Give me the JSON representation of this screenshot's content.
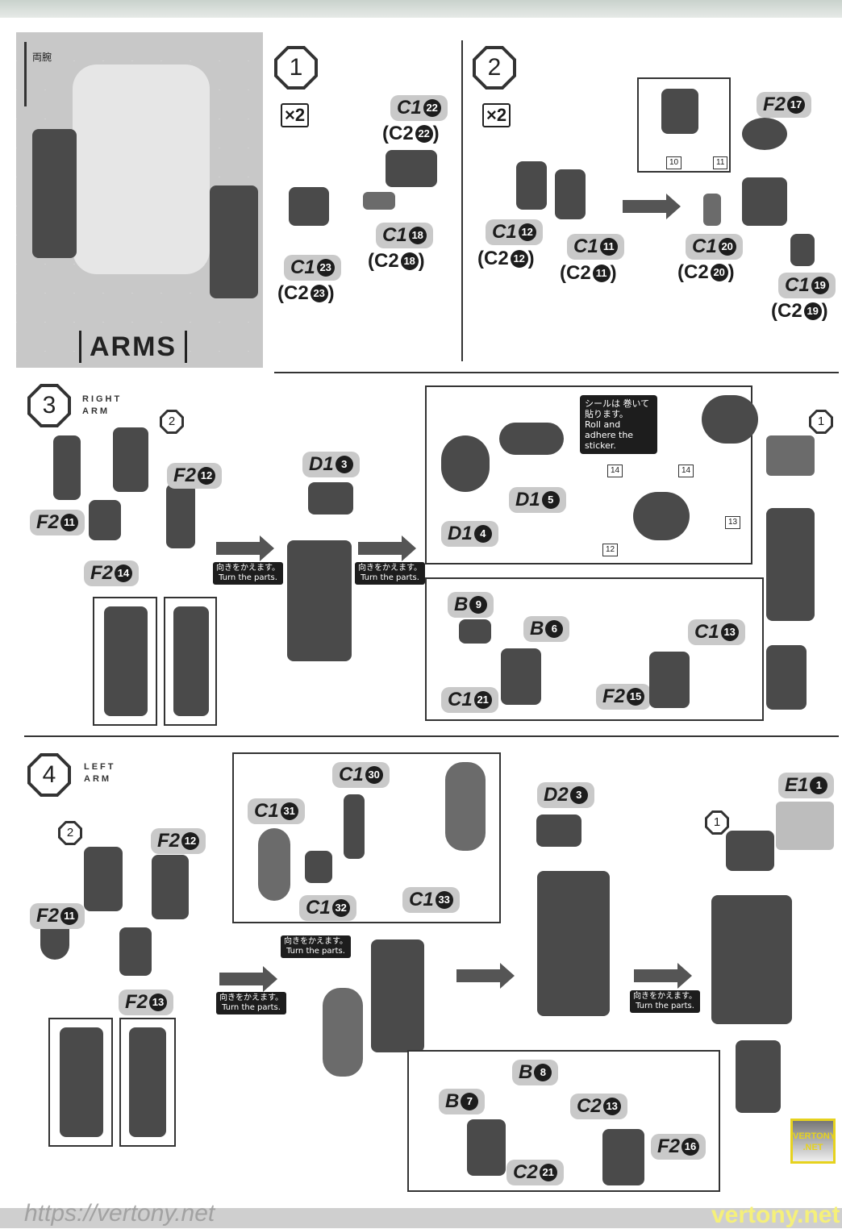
{
  "header": {
    "jp_title": "両腕",
    "title": "ARMS"
  },
  "steps": [
    {
      "num": "1",
      "multiplier": "×2",
      "labels": [
        {
          "part": "C1",
          "num": "22"
        },
        {
          "part": "(C2",
          "num": "22",
          "close": ")"
        },
        {
          "part": "C1",
          "num": "18"
        },
        {
          "part": "(C2",
          "num": "18",
          "close": ")"
        },
        {
          "part": "C1",
          "num": "23"
        },
        {
          "part": "(C2",
          "num": "23",
          "close": ")"
        }
      ]
    },
    {
      "num": "2",
      "multiplier": "×2",
      "labels": [
        {
          "part": "F2",
          "num": "17"
        },
        {
          "part": "C1",
          "num": "12"
        },
        {
          "part": "(C2",
          "num": "12",
          "close": ")"
        },
        {
          "part": "C1",
          "num": "11"
        },
        {
          "part": "(C2",
          "num": "11",
          "close": ")"
        },
        {
          "part": "C1",
          "num": "20"
        },
        {
          "part": "(C2",
          "num": "20",
          "close": ")"
        },
        {
          "part": "C1",
          "num": "19"
        },
        {
          "part": "(C2",
          "num": "19",
          "close": ")"
        }
      ],
      "stickers": [
        "10",
        "11"
      ]
    },
    {
      "num": "3",
      "title_line1": "RIGHT",
      "title_line2": "ARM",
      "ref": "2",
      "labels": [
        {
          "part": "F2",
          "num": "11"
        },
        {
          "part": "F2",
          "num": "12"
        },
        {
          "part": "F2",
          "num": "14"
        },
        {
          "part": "D1",
          "num": "3"
        },
        {
          "part": "D1",
          "num": "4"
        },
        {
          "part": "D1",
          "num": "5"
        },
        {
          "part": "B",
          "num": "9"
        },
        {
          "part": "B",
          "num": "6"
        },
        {
          "part": "C1",
          "num": "13"
        },
        {
          "part": "F2",
          "num": "15"
        },
        {
          "part": "C1",
          "num": "21"
        }
      ],
      "sticker_note": {
        "jp": "シールは 巻いて貼ります。",
        "en": "Roll and adhere the sticker."
      },
      "stickers": [
        "14",
        "14",
        "13",
        "12"
      ],
      "ref2": "1"
    },
    {
      "num": "4",
      "title_line1": "LEFT",
      "title_line2": "ARM",
      "ref": "2",
      "ref2": "1",
      "labels": [
        {
          "part": "F2",
          "num": "11"
        },
        {
          "part": "F2",
          "num": "12"
        },
        {
          "part": "F2",
          "num": "13"
        },
        {
          "part": "C1",
          "num": "30"
        },
        {
          "part": "C1",
          "num": "31"
        },
        {
          "part": "C1",
          "num": "32"
        },
        {
          "part": "C1",
          "num": "33"
        },
        {
          "part": "D2",
          "num": "3"
        },
        {
          "part": "E1",
          "num": "1"
        },
        {
          "part": "B",
          "num": "8"
        },
        {
          "part": "B",
          "num": "7"
        },
        {
          "part": "C2",
          "num": "13"
        },
        {
          "part": "F2",
          "num": "16"
        },
        {
          "part": "C2",
          "num": "21"
        }
      ]
    }
  ],
  "turn_note": {
    "jp": "向きをかえます。",
    "en": "Turn the parts."
  },
  "watermark": {
    "url": "https://vertony.net",
    "site": "vertony.net",
    "logo": "VERTONY .NET"
  }
}
